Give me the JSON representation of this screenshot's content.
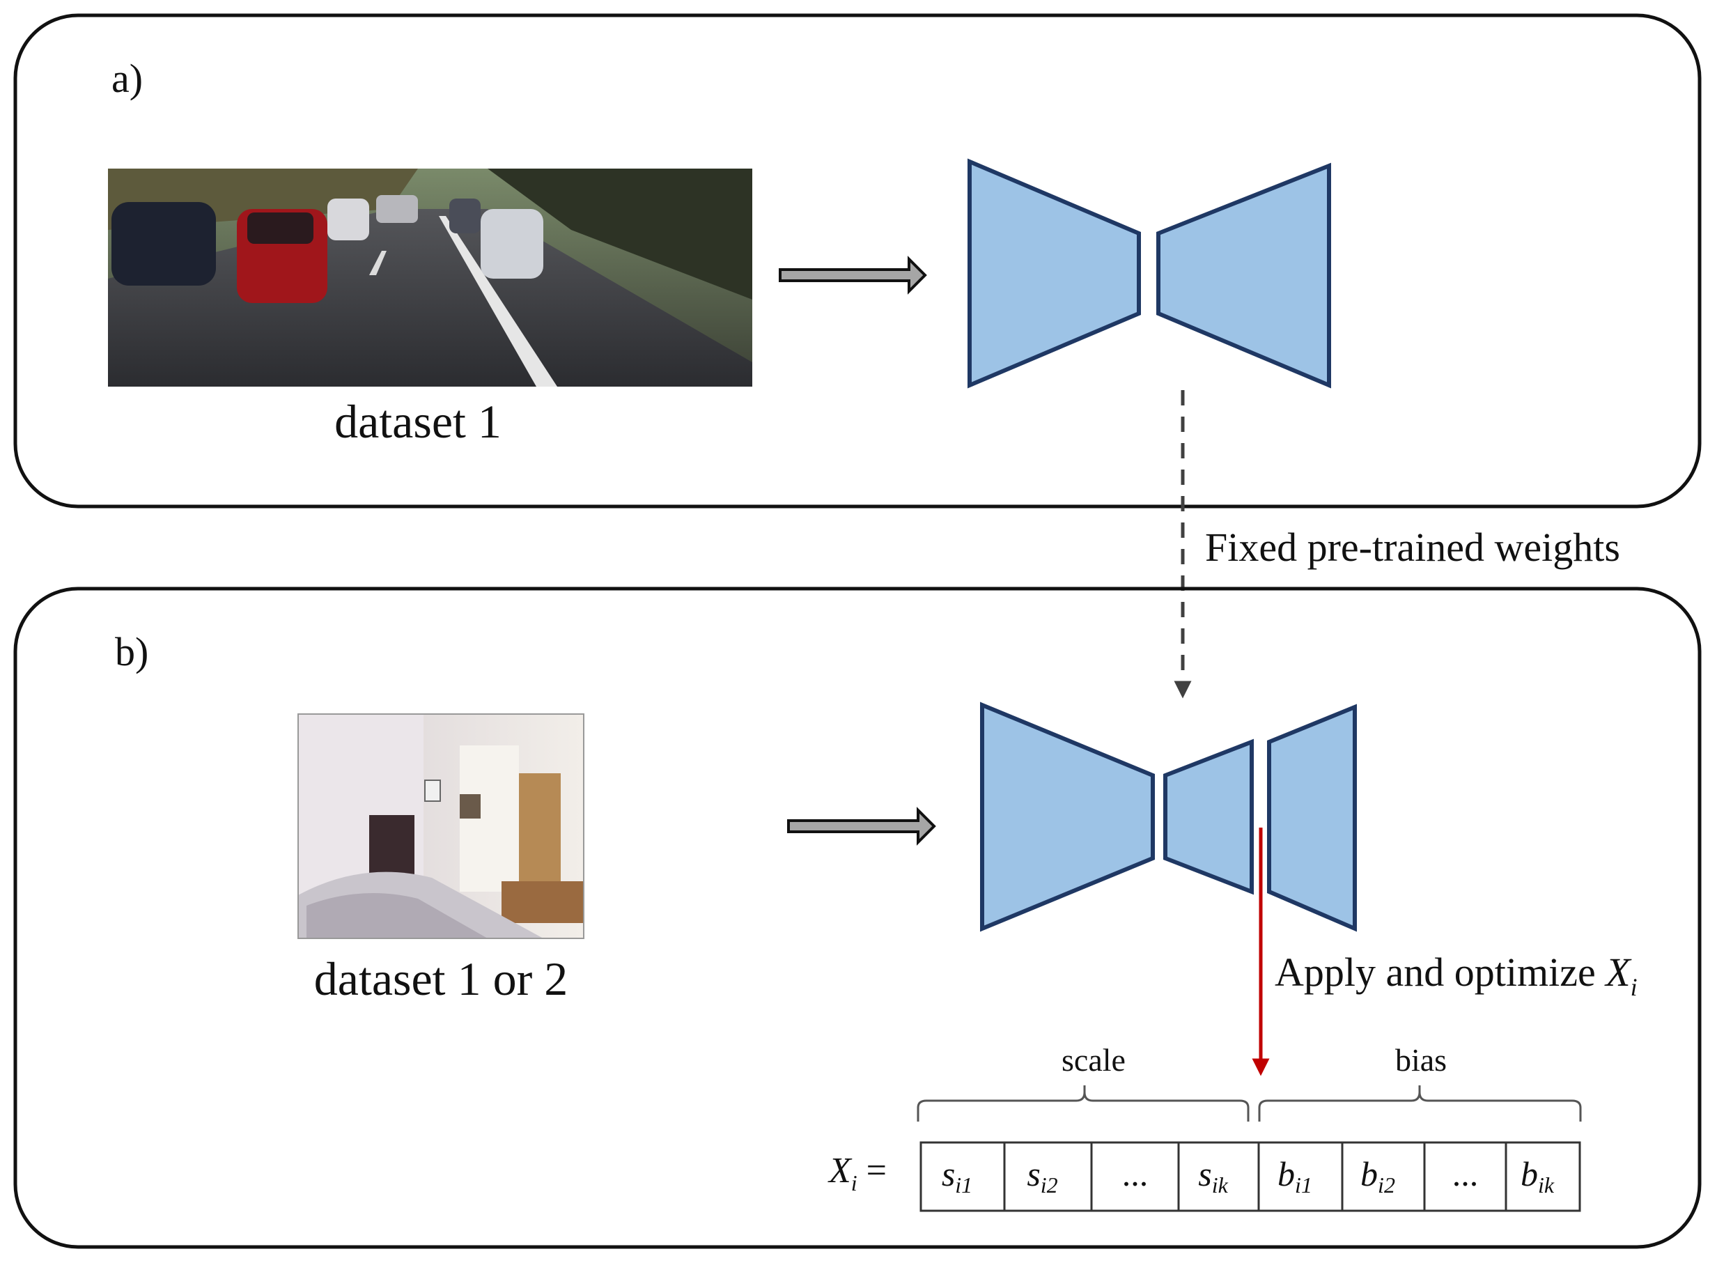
{
  "panel_a": {
    "label": "a)",
    "image_caption": "dataset 1",
    "image_content": "street scene with cars"
  },
  "connector": {
    "label": "Fixed pre-trained weights"
  },
  "panel_b": {
    "label": "b)",
    "image_caption": "dataset 1 or 2",
    "image_content": "bedroom interior",
    "apply_label_text": "Apply and optimize ",
    "apply_label_var": "X",
    "apply_label_sub": "i",
    "scale_label": "scale",
    "bias_label": "bias",
    "vector_lhs_var": "X",
    "vector_lhs_sub": "i",
    "vector_lhs_eq": " =",
    "scale_cells": [
      {
        "base": "s",
        "sub": "i1"
      },
      {
        "base": "s",
        "sub": "i2"
      },
      {
        "base": "...",
        "sub": ""
      },
      {
        "base": "s",
        "sub": "ik"
      }
    ],
    "bias_cells": [
      {
        "base": "b",
        "sub": "i1"
      },
      {
        "base": "b",
        "sub": "i2"
      },
      {
        "base": "...",
        "sub": ""
      },
      {
        "base": "b",
        "sub": "ik"
      }
    ]
  },
  "colors": {
    "network_fill": "#9dc3e6",
    "network_stroke": "#1f3864",
    "arrow_fill": "#a6a6a6",
    "optimize_arrow": "#c00000",
    "dashed_line": "#404040"
  }
}
